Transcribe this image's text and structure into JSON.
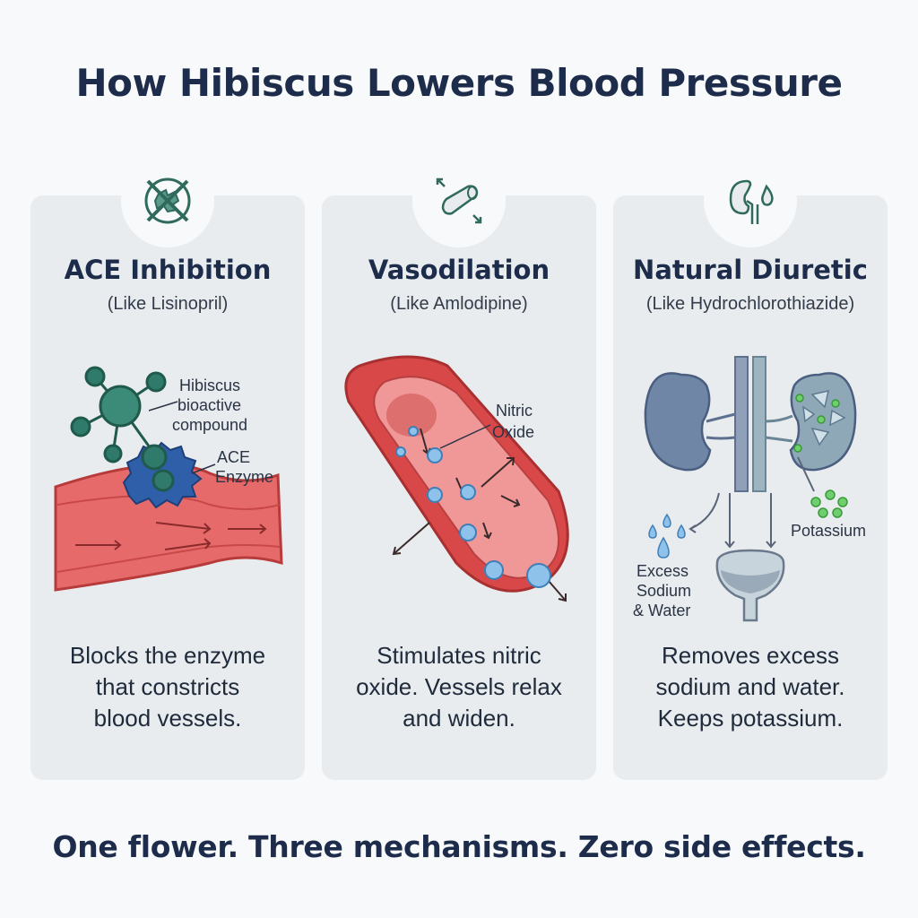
{
  "title": "How Hibiscus Lowers Blood Pressure",
  "footer": "One flower. Three mechanisms. Zero side effects.",
  "cards": [
    {
      "icon": "crossed-out-enzyme-icon",
      "title": "ACE Inhibition",
      "subtitle": "(Like Lisinopril)",
      "labels": [
        "Hibiscus",
        "bioactive",
        "compound",
        "ACE",
        "Enzyme"
      ],
      "desc": [
        "Blocks the enzyme",
        "that constricts",
        "blood vessels."
      ]
    },
    {
      "icon": "expanding-vessel-icon",
      "title": "Vasodilation",
      "subtitle": "(Like Amlodipine)",
      "labels": [
        "Nitric",
        "Oxide"
      ],
      "desc": [
        "Stimulates nitric",
        "oxide. Vessels relax",
        "and widen."
      ]
    },
    {
      "icon": "kidney-droplet-icon",
      "title": "Natural Diuretic",
      "subtitle": "(Like Hydrochlorothiazide)",
      "labels": [
        "Excess",
        "Sodium",
        "& Water",
        "Potassium"
      ],
      "desc": [
        "Removes excess",
        "sodium and water.",
        "Keeps potassium."
      ]
    }
  ],
  "colors": {
    "heading": "#1c2c4a",
    "vessel": "#e05555",
    "enzyme": "#2f5fa8",
    "compound": "#2f7a6a",
    "kidney": "#6f86a6",
    "potassium": "#57b957",
    "bubble": "#7fb6e2"
  }
}
